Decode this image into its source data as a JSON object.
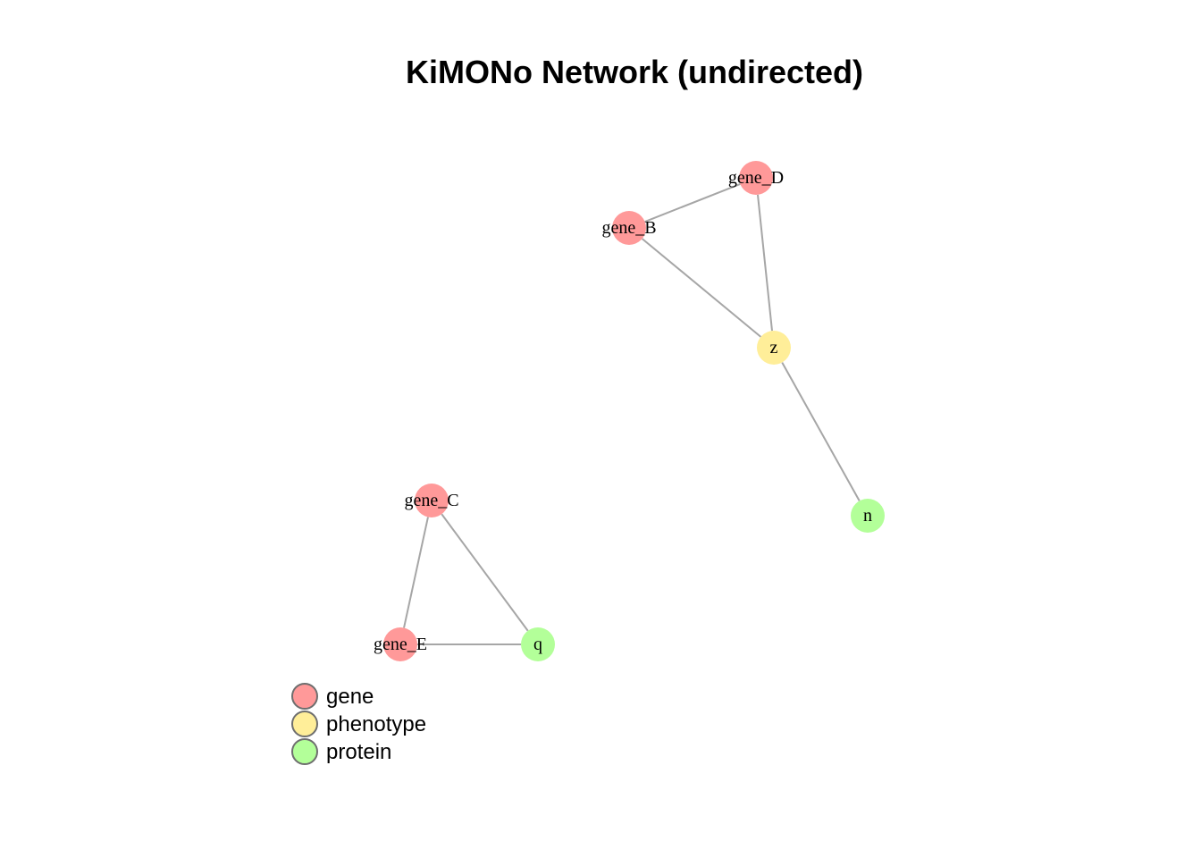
{
  "title": "KiMONo Network (undirected)",
  "categories": [
    {
      "key": "gene",
      "label": "gene",
      "color": "#ff9999"
    },
    {
      "key": "phenotype",
      "label": "phenotype",
      "color": "#ffee99"
    },
    {
      "key": "protein",
      "label": "protein",
      "color": "#b3ff99"
    }
  ],
  "legend_border_color": "#6e6e6e",
  "edge_color": "#a6a6a6",
  "nodes": [
    {
      "id": "gene_D",
      "label": "gene_D",
      "type": "gene"
    },
    {
      "id": "gene_B",
      "label": "gene_B",
      "type": "gene"
    },
    {
      "id": "z",
      "label": "z",
      "type": "phenotype"
    },
    {
      "id": "n",
      "label": "n",
      "type": "protein"
    },
    {
      "id": "gene_C",
      "label": "gene_C",
      "type": "gene"
    },
    {
      "id": "gene_E",
      "label": "gene_E",
      "type": "gene"
    },
    {
      "id": "q",
      "label": "q",
      "type": "protein"
    }
  ],
  "edges": [
    {
      "source": "gene_D",
      "target": "gene_B"
    },
    {
      "source": "gene_D",
      "target": "z"
    },
    {
      "source": "gene_B",
      "target": "z"
    },
    {
      "source": "z",
      "target": "n"
    },
    {
      "source": "gene_C",
      "target": "gene_E"
    },
    {
      "source": "gene_C",
      "target": "q"
    },
    {
      "source": "gene_E",
      "target": "q"
    }
  ]
}
